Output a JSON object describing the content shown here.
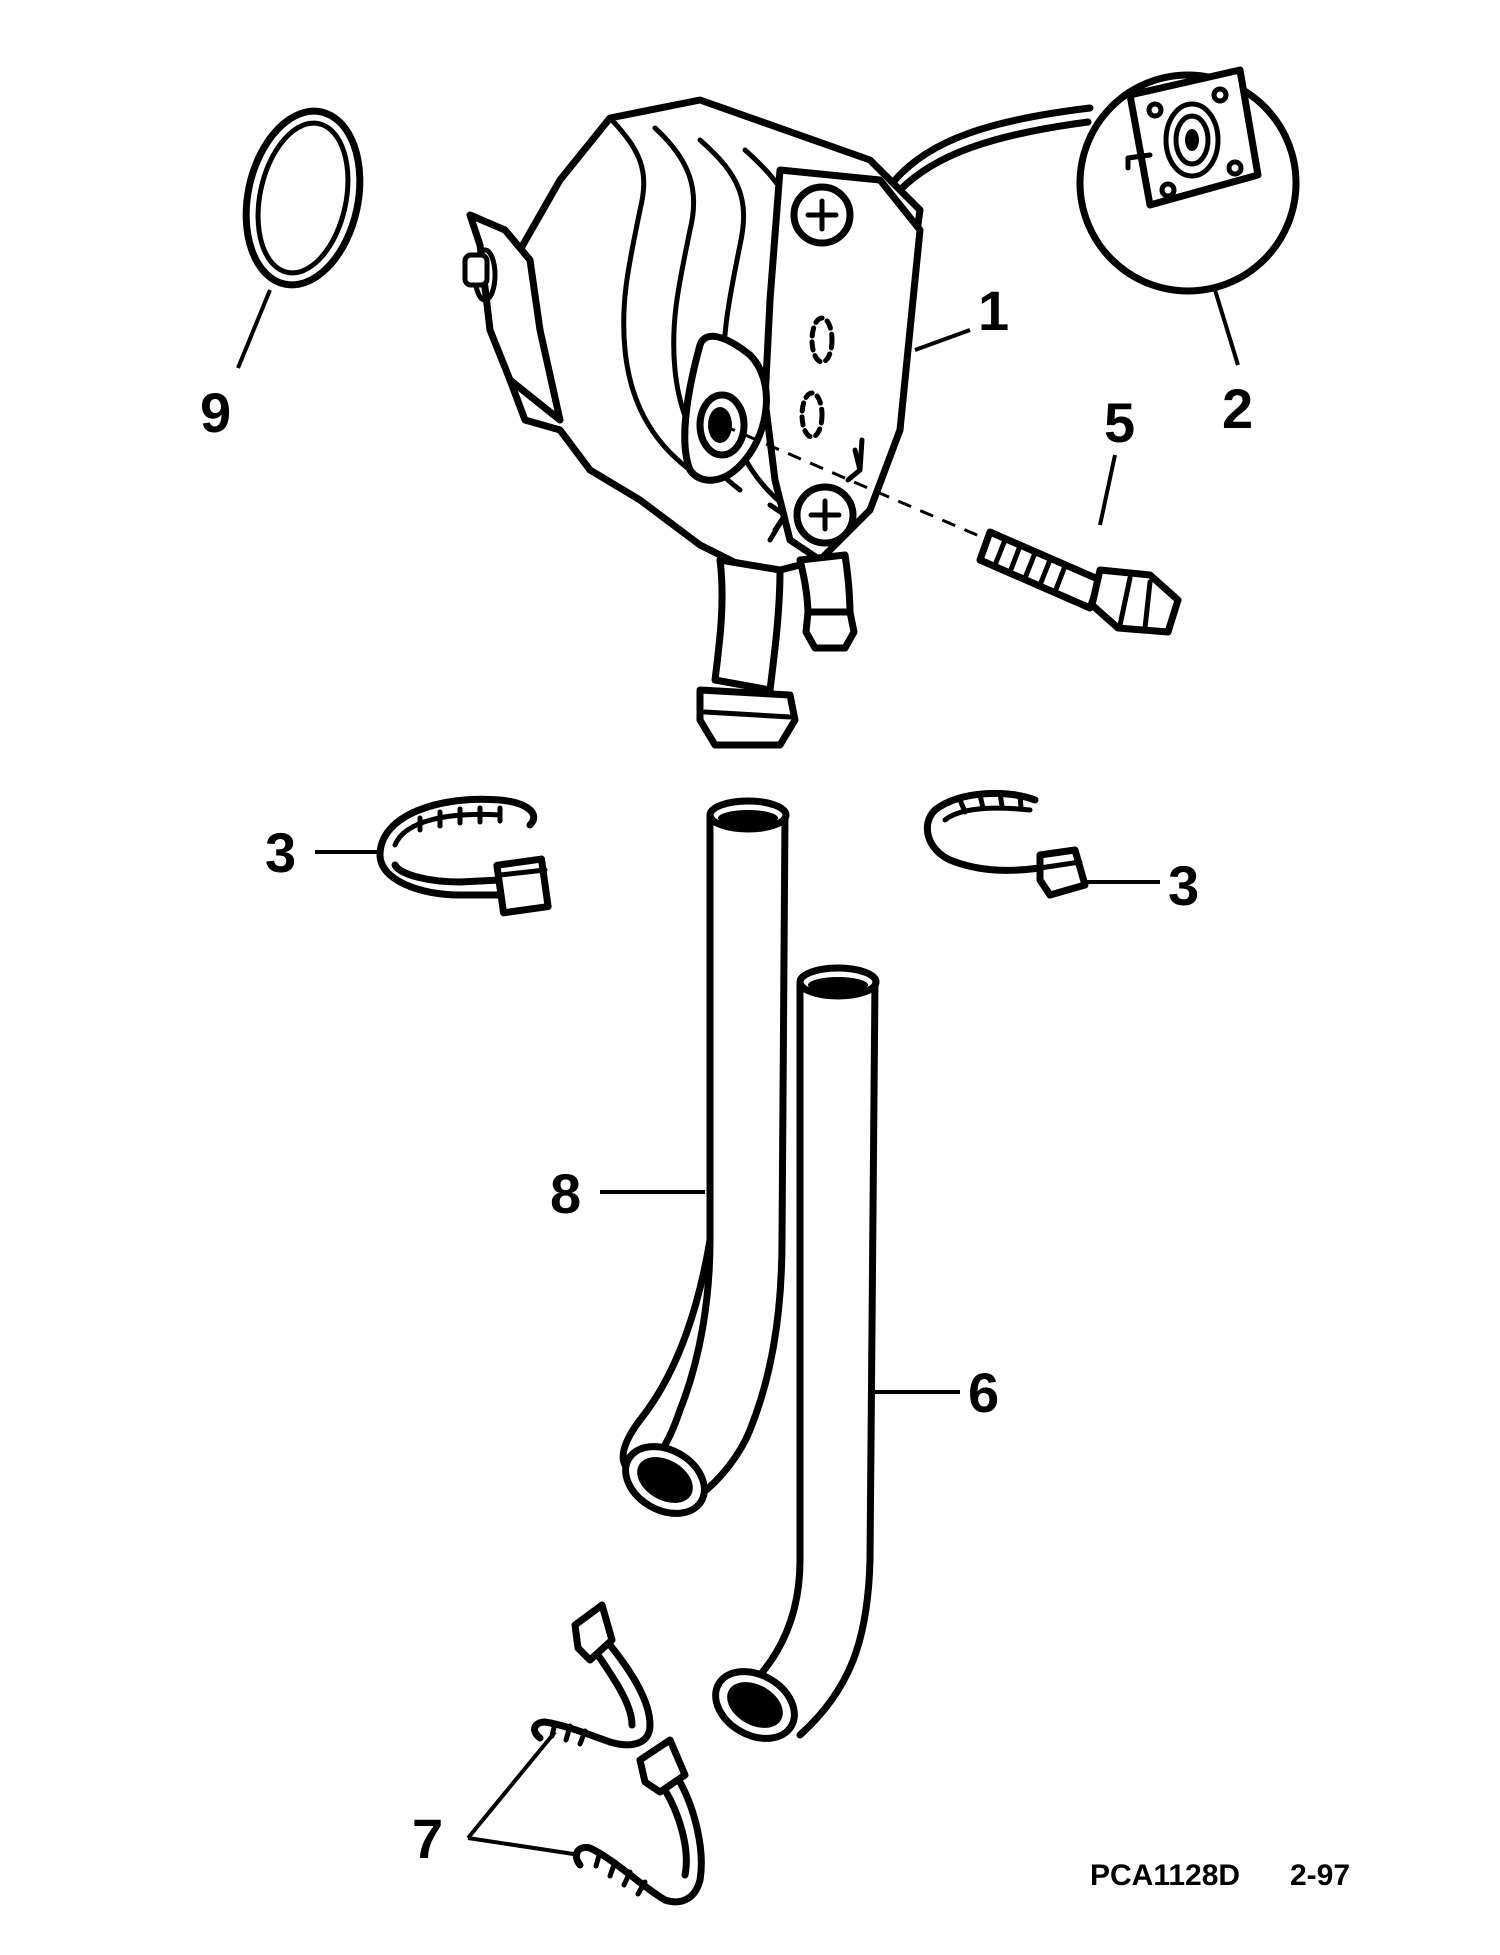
{
  "callouts": {
    "c1": "1",
    "c2": "2",
    "c3_left": "3",
    "c3_right": "3",
    "c5": "5",
    "c6": "6",
    "c7": "7",
    "c8": "8",
    "c9": "9"
  },
  "footer": {
    "drawing_id": "PCA1128D",
    "revision": "2-97"
  }
}
